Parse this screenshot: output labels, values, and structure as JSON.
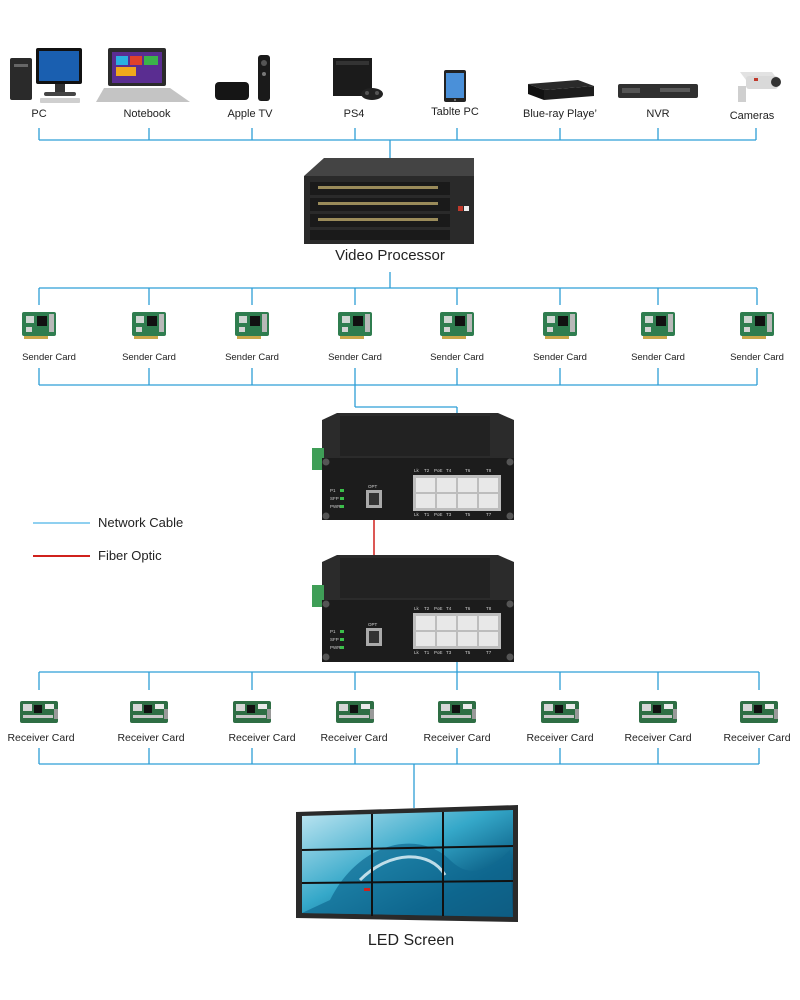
{
  "sources": [
    {
      "label": "PC",
      "icon": "pc-icon"
    },
    {
      "label": "Notebook",
      "icon": "notebook-icon"
    },
    {
      "label": "Apple TV",
      "icon": "apple-tv-icon"
    },
    {
      "label": "PS4",
      "icon": "ps4-icon"
    },
    {
      "label": "Tablte PC",
      "icon": "tablet-icon"
    },
    {
      "label": "Blue-ray Playe’",
      "icon": "bluray-player-icon"
    },
    {
      "label": "NVR",
      "icon": "nvr-icon"
    },
    {
      "label": "Cameras",
      "icon": "camera-icon"
    }
  ],
  "processor": {
    "label": "Video Processor"
  },
  "sender_cards": [
    "Sender Card",
    "Sender Card",
    "Sender Card",
    "Sender Card",
    "Sender Card",
    "Sender Card",
    "Sender Card",
    "Sender Card"
  ],
  "receiver_cards": [
    "Receiver Card",
    "Receiver Card",
    "Receiver Card",
    "Receiver Card",
    "Receiver Card",
    "Receiver Card",
    "Receiver Card",
    "Receiver Card"
  ],
  "switch_text": {
    "top_ports": [
      "Lk",
      "T2",
      "PoE",
      "T4",
      "T6",
      "T8"
    ],
    "bottom_ports": [
      "Lk",
      "T1",
      "PoE",
      "T3",
      "T5",
      "T7"
    ],
    "leds": [
      "P1",
      "SFP",
      "PWR"
    ],
    "sfp": "OPT"
  },
  "screen": {
    "label": "LED Screen"
  },
  "legend": [
    {
      "label": "Network Cable",
      "color": "#8fd0f0"
    },
    {
      "label": "Fiber Optic",
      "color": "#d0211c"
    }
  ],
  "colors": {
    "line": "#2e9fd6",
    "fiber": "#d0211c",
    "device": "#1c1c1c",
    "pcb": "#2f7d4f"
  }
}
